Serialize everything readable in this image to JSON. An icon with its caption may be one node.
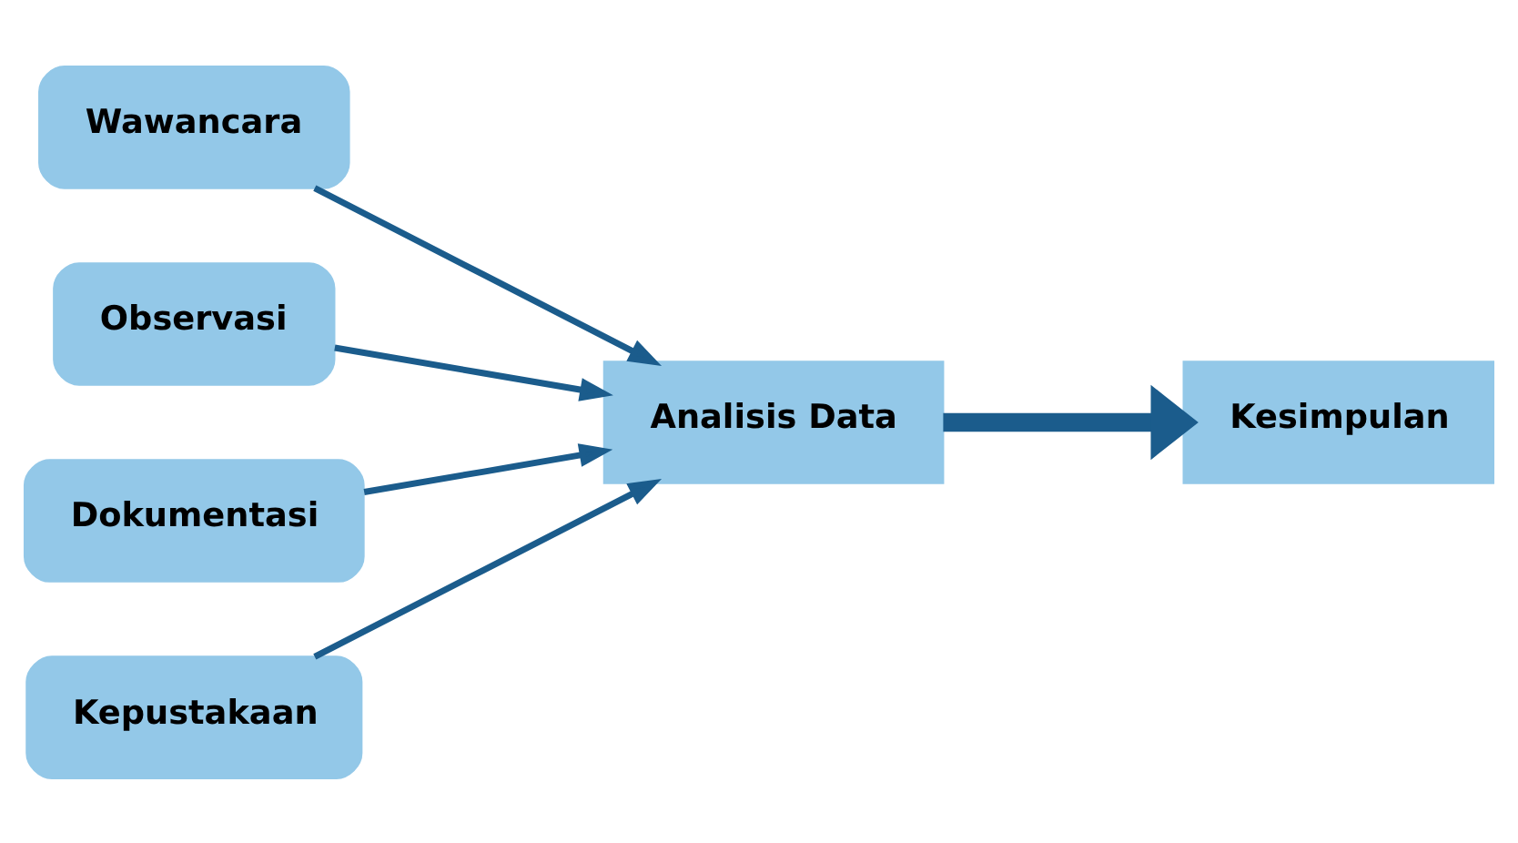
{
  "diagram": {
    "nodes": [
      {
        "text": [
          "Wawancara"
        ]
      },
      {
        "text": [
          "Observasi"
        ]
      },
      {
        "text": [
          "Dokumentasi"
        ]
      },
      {
        "text": [
          "Kepustakaan"
        ]
      },
      {
        "text": [
          "Analisis Data"
        ]
      },
      {
        "text": [
          "Kesimpulan"
        ]
      }
    ],
    "edges": [
      {
        "from": 0,
        "to": 4,
        "arrow": "to"
      },
      {
        "from": 1,
        "to": 4,
        "arrow": "to"
      },
      {
        "from": 2,
        "to": 4,
        "arrow": "to"
      },
      {
        "from": 3,
        "to": 4,
        "arrow": "to"
      },
      {
        "from": 4,
        "to": 5,
        "arrow": "to",
        "style": "thick"
      }
    ]
  }
}
